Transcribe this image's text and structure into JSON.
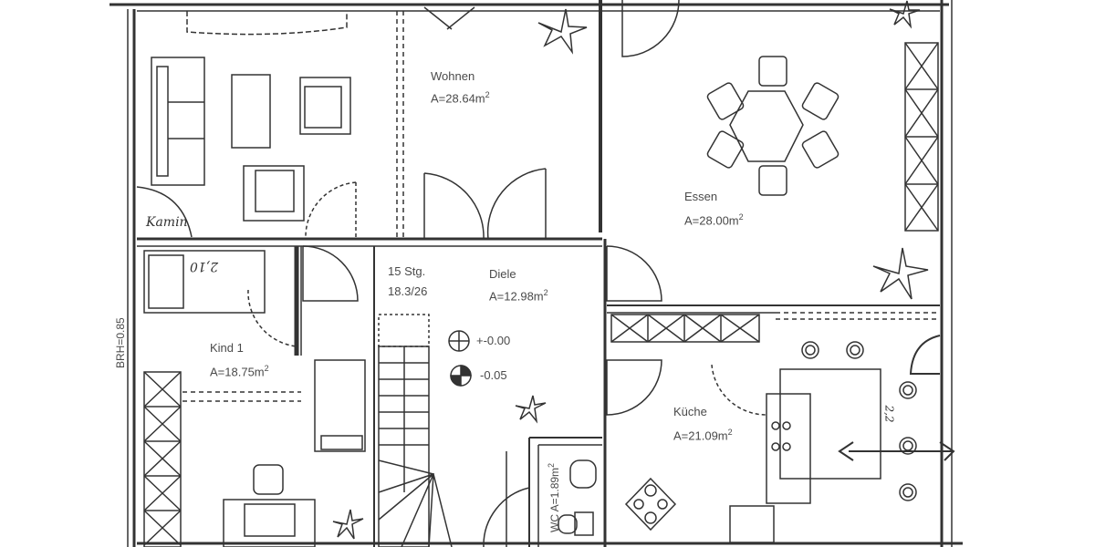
{
  "plan": {
    "type": "floor-plan",
    "background": "#ffffff",
    "line_color": "#333333",
    "rooms": [
      {
        "id": "wohnen",
        "name": "Wohnen",
        "area": "A=28.64m",
        "sup": "2"
      },
      {
        "id": "essen",
        "name": "Essen",
        "area": "A=28.00m",
        "sup": "2"
      },
      {
        "id": "diele",
        "name": "Diele",
        "area": "A=12.98m",
        "sup": "2"
      },
      {
        "id": "kind1",
        "name": "Kind 1",
        "area": "A=18.75m",
        "sup": "2"
      },
      {
        "id": "kueche",
        "name": "Küche",
        "area": "A=21.09m",
        "sup": "2"
      },
      {
        "id": "wc",
        "name": "WC",
        "area": "A=1.89m",
        "sup": "2"
      }
    ],
    "stairs": {
      "steps": "15 Stg.",
      "ratio": "18.3/26"
    },
    "levels": [
      {
        "symbol": "level-mark-open",
        "value": "+-0.00"
      },
      {
        "symbol": "level-mark-filled",
        "value": "-0.05"
      }
    ],
    "annotations": {
      "sill_height": "BRH=0.85",
      "handwritten_kamin": "Kamin",
      "handwritten_kind": "2,10",
      "handwritten_kueche": "2,2"
    }
  }
}
